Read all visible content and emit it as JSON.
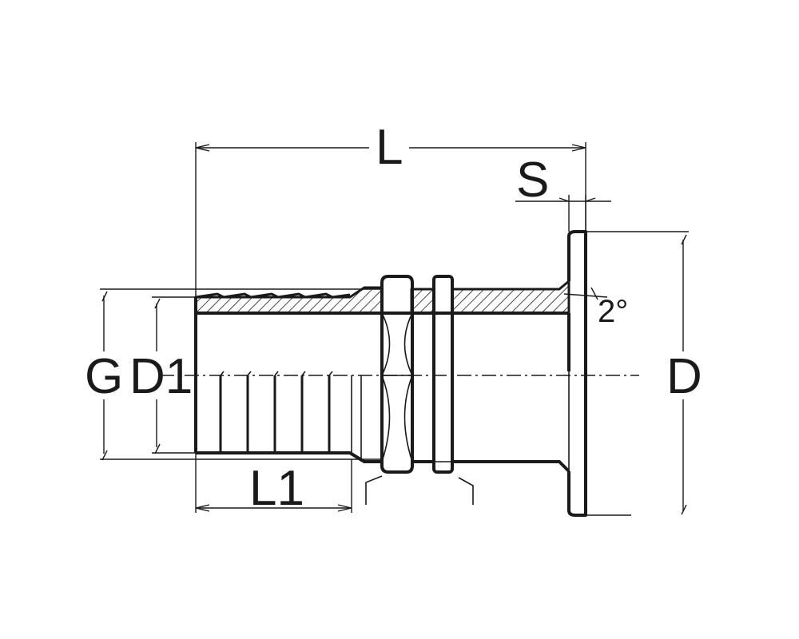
{
  "diagram": {
    "type": "technical-drawing",
    "subject": "hose tail thru-hull fitting with flange and nut",
    "colors": {
      "line": "#1a1a1a",
      "background": "#ffffff"
    },
    "labels": {
      "L": "L",
      "S": "S",
      "G": "G",
      "D1": "D1",
      "D": "D",
      "L1": "L1",
      "angle": "2°"
    }
  }
}
